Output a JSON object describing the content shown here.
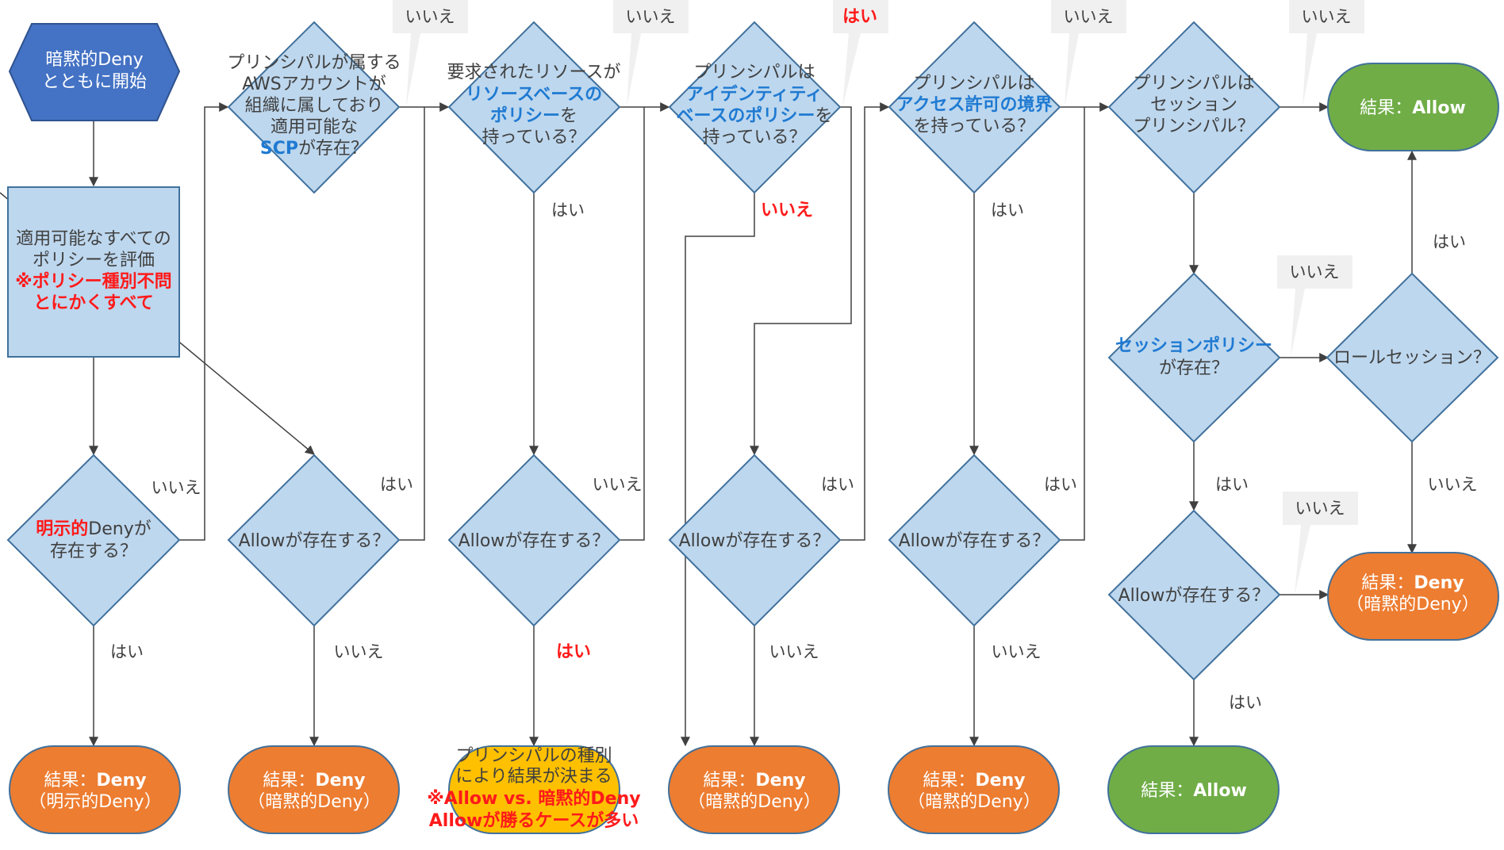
{
  "start": [
    "暗黙的Deny",
    "とともに開始"
  ],
  "evaluate": {
    "line1": "適用可能なすべての",
    "line2": "ポリシーを評価",
    "line3": "※ポリシー種別不問",
    "line4": "とにかくすべて"
  },
  "q_explicit_deny": {
    "em": "明示的",
    "rest": "Denyが",
    "line2": "存在する？"
  },
  "q_scp": {
    "line1": "プリンシパルが属する",
    "line2": "AWSアカウントが",
    "line3": "組織に属しており",
    "line4": "適用可能な",
    "em": "SCP",
    "rest": "が存在？"
  },
  "q_resource": {
    "line1": "要求されたリソースが",
    "em1": "リソースベースの",
    "em2": "ポリシー",
    "rest2": "を",
    "line4": "持っている？"
  },
  "q_identity": {
    "line1": "プリンシパルは",
    "em1": "アイデンティティ",
    "em2": "ベースのポリシー",
    "rest2": "を",
    "line4": "持っている？"
  },
  "q_boundary": {
    "line1": "プリンシパルは",
    "em1": "アクセス許可の境界",
    "line3": "を持っている？"
  },
  "q_session_principal": {
    "line1": "プリンシパルは",
    "line2": "セッション",
    "line3": "プリンシパル？"
  },
  "q_session_policy": {
    "em": "セッションポリシー",
    "line2": "が存在？"
  },
  "q_role_session": "ロールセッション？",
  "q_allow": "Allowが存在する？",
  "result_prefix": "結果：",
  "deny_label": "Deny",
  "allow_label": "Allow",
  "explicit_deny_sub": "（明示的Deny）",
  "implicit_deny_sub": "（暗黙的Deny）",
  "conditional": {
    "line1": "プリンシパルの種別",
    "line2": "により結果が決まる",
    "line3": "※Allow vs. 暗黙的Deny",
    "line4": "Allowが勝るケースが多い"
  },
  "yes": "はい",
  "no": "いいえ"
}
